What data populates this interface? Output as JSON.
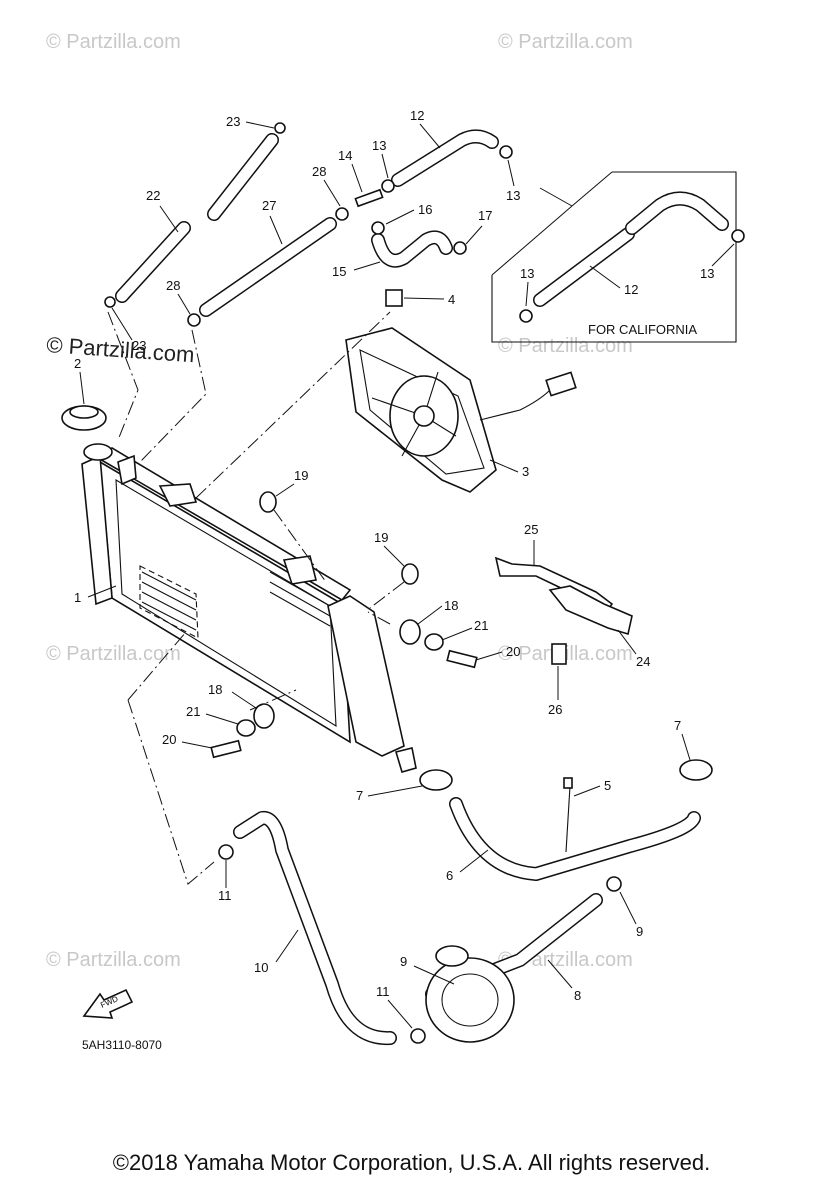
{
  "watermarks": {
    "small": "© Partzilla.com",
    "large": "© Partzilla.com"
  },
  "inset": {
    "label": "FOR CALIFORNIA"
  },
  "fwd_arrow": {
    "label": "FWD"
  },
  "diagram_code": "5AH3110-8070",
  "footer": {
    "copyright": "©2018  Yamaha Motor Corporation, U.S.A. All rights reserved."
  },
  "callouts": {
    "c1": "1",
    "c2": "2",
    "c3": "3",
    "c4": "4",
    "c5": "5",
    "c6": "6",
    "c7a": "7",
    "c7b": "7",
    "c8": "8",
    "c9a": "9",
    "c9b": "9",
    "c10": "10",
    "c11a": "11",
    "c11b": "11",
    "c12a": "12",
    "c12b": "12",
    "c13a": "13",
    "c13b": "13",
    "c13c": "13",
    "c13d": "13",
    "c14": "14",
    "c15": "15",
    "c16": "16",
    "c17": "17",
    "c18a": "18",
    "c18b": "18",
    "c19a": "19",
    "c19b": "19",
    "c20a": "20",
    "c20b": "20",
    "c21a": "21",
    "c21b": "21",
    "c22": "22",
    "c23a": "23",
    "c23b": "23",
    "c24": "24",
    "c25": "25",
    "c26": "26",
    "c27": "27",
    "c28a": "28",
    "c28b": "28"
  },
  "colors": {
    "line": "#111111",
    "watermark": "#c8c8c8",
    "background": "#ffffff"
  }
}
